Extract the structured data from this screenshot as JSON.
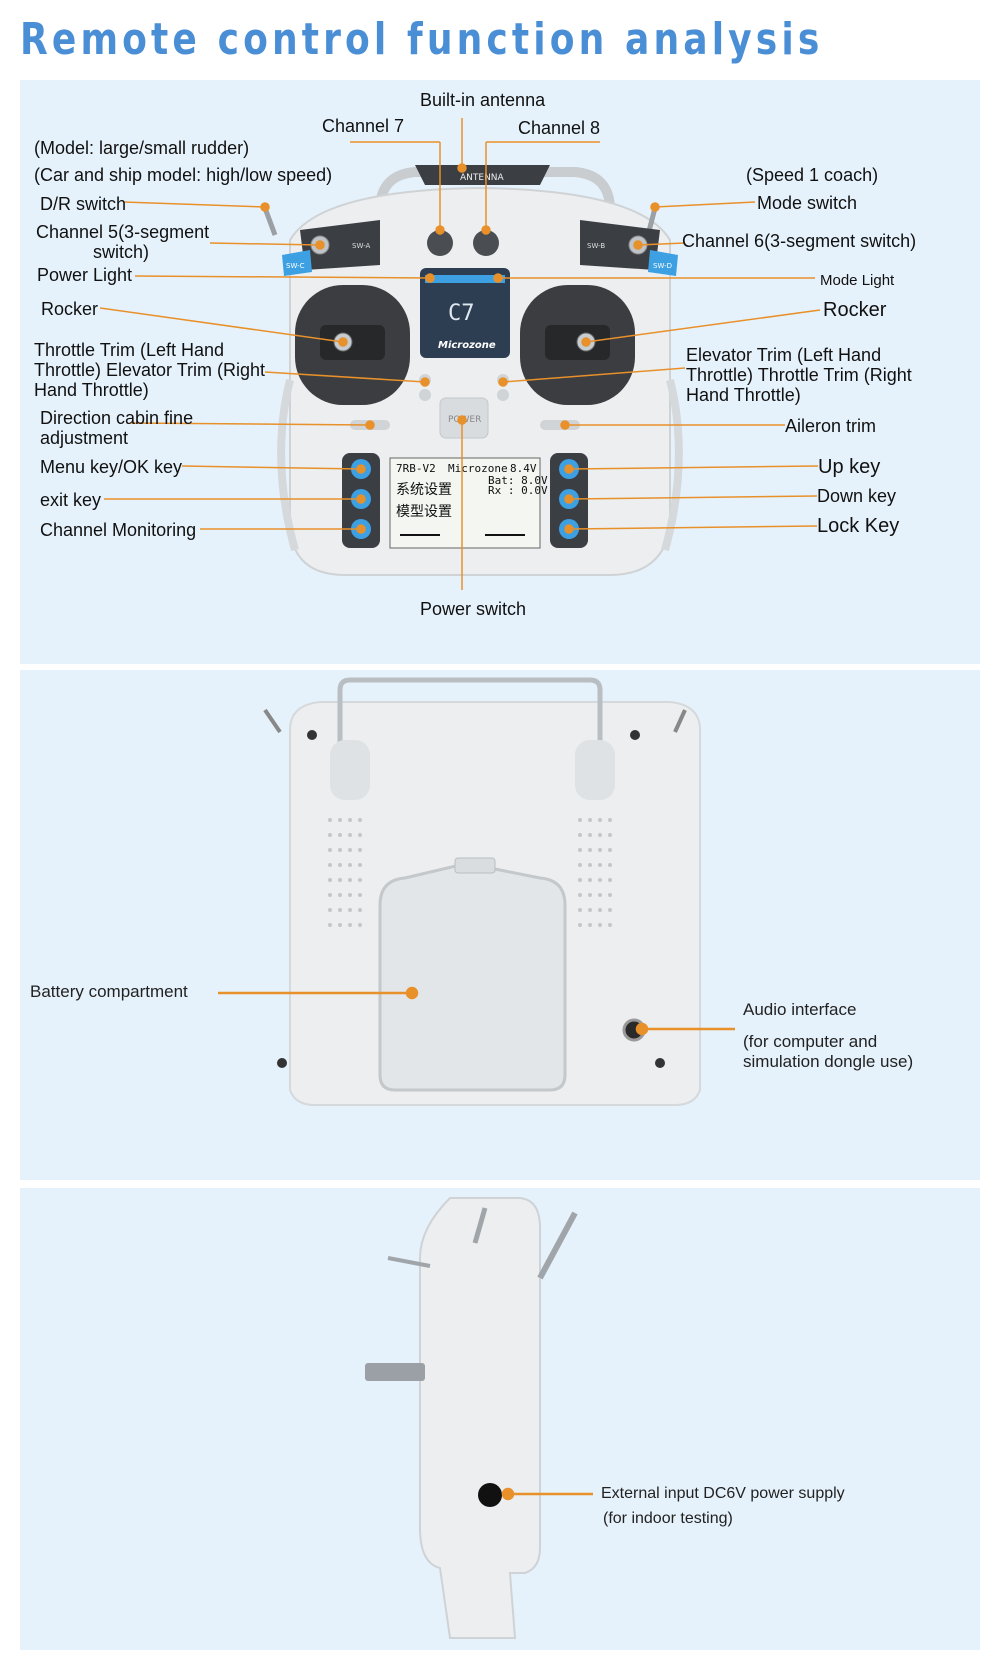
{
  "title": "Remote control function analysis",
  "front": {
    "labels": {
      "builtin_antenna": "Built-in antenna",
      "channel7": "Channel 7",
      "channel8": "Channel 8",
      "model_rudder": "(Model: large/small rudder)",
      "car_ship": "(Car and ship model: high/low speed)",
      "dr_switch": "D/R switch",
      "channel5_a": "Channel 5(3-segment",
      "channel5_b": "switch)",
      "power_light": "Power Light",
      "rocker_left": "Rocker",
      "throttle_trim_a": "Throttle Trim (Left Hand",
      "throttle_trim_b": "Throttle) Elevator Trim (Right",
      "throttle_trim_c": "Hand Throttle)",
      "direction_a": "Direction cabin fine",
      "direction_b": "adjustment",
      "menu_ok": "Menu key/OK key",
      "exit_key": "exit key",
      "channel_monitoring": "Channel Monitoring",
      "speed_coach": "(Speed 1 coach)",
      "mode_switch": "Mode switch",
      "channel6": "Channel 6(3-segment switch)",
      "mode_light": "Mode Light",
      "rocker_right": "Rocker",
      "elevator_trim_a": "Elevator Trim (Left Hand",
      "elevator_trim_b": "Throttle) Throttle Trim (Right",
      "elevator_trim_c": "Hand Throttle)",
      "aileron_trim": "Aileron trim",
      "up_key": "Up key",
      "down_key": "Down key",
      "lock_key": "Lock Key",
      "power_switch": "Power switch"
    },
    "device_text": {
      "antenna": "ANTENNA",
      "swa": "SW-A",
      "swb": "SW-B",
      "swc": "SW-C",
      "swd": "SW-D",
      "model": "C7",
      "brand": "Microzone",
      "power": "POWER",
      "screen_model": "7RB-V2",
      "screen_brand": "Microzone",
      "screen_volt": "8.4V",
      "screen_bat": "Bat: 8.0V",
      "screen_rx": "Rx : 0.0V",
      "screen_menu1": "系统设置",
      "screen_menu2": "模型设置"
    }
  },
  "back": {
    "battery_compartment": "Battery compartment",
    "audio_interface": "Audio interface",
    "audio_note_1": "(for computer and",
    "audio_note_2": "simulation dongle use)"
  },
  "side": {
    "dc_input": "External input DC6V power supply",
    "dc_note": "(for indoor testing)"
  },
  "colors": {
    "accent_orange": "#e8902a",
    "title_blue": "#4a8fd6",
    "panel_bg": "#e6f2fb",
    "device_body": "#eceeef",
    "key_blue": "#3da0e3"
  }
}
